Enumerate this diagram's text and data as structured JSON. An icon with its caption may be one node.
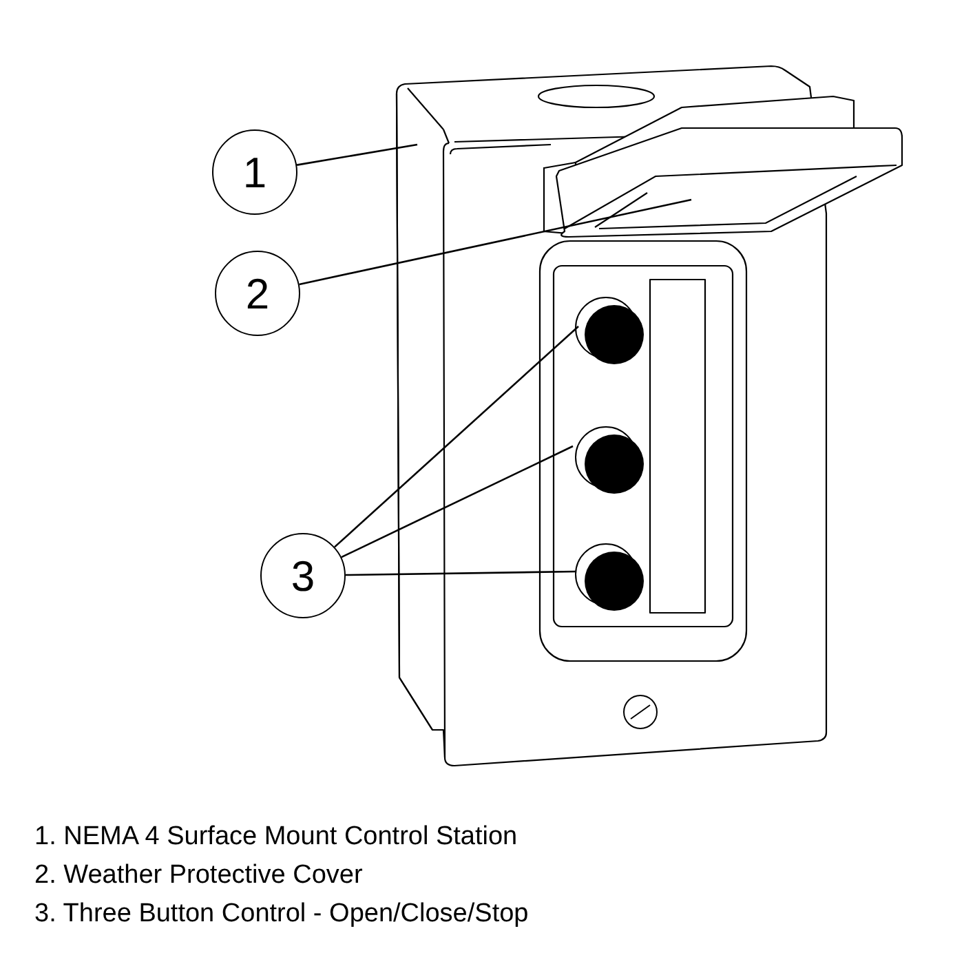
{
  "diagram": {
    "nodes": [
      {
        "text": [
          "1"
        ]
      },
      {
        "text": [
          "2"
        ]
      },
      {
        "text": [
          "3"
        ]
      },
      {
        "text": [],
        "shape": "picture"
      },
      {
        "text": [],
        "shape": "picture"
      },
      {
        "text": [],
        "shape": "circle",
        "in": 3
      },
      {
        "text": [],
        "shape": "circle",
        "in": 3
      },
      {
        "text": [],
        "shape": "circle",
        "in": 3
      }
    ],
    "edges": [
      {
        "from": 0,
        "to": 3,
        "arrow": "none"
      },
      {
        "from": 1,
        "to": 4,
        "arrow": "none"
      },
      {
        "from": 2,
        "to": 5,
        "arrow": "none"
      },
      {
        "from": 2,
        "to": 6,
        "arrow": "none"
      },
      {
        "from": 2,
        "to": 7,
        "arrow": "none"
      }
    ],
    "labels": [
      "1. NEMA 4 Surface Mount Control Station",
      "2. Weather Protective Cover",
      "3. Three Button Control - Open/Close/Stop"
    ]
  }
}
